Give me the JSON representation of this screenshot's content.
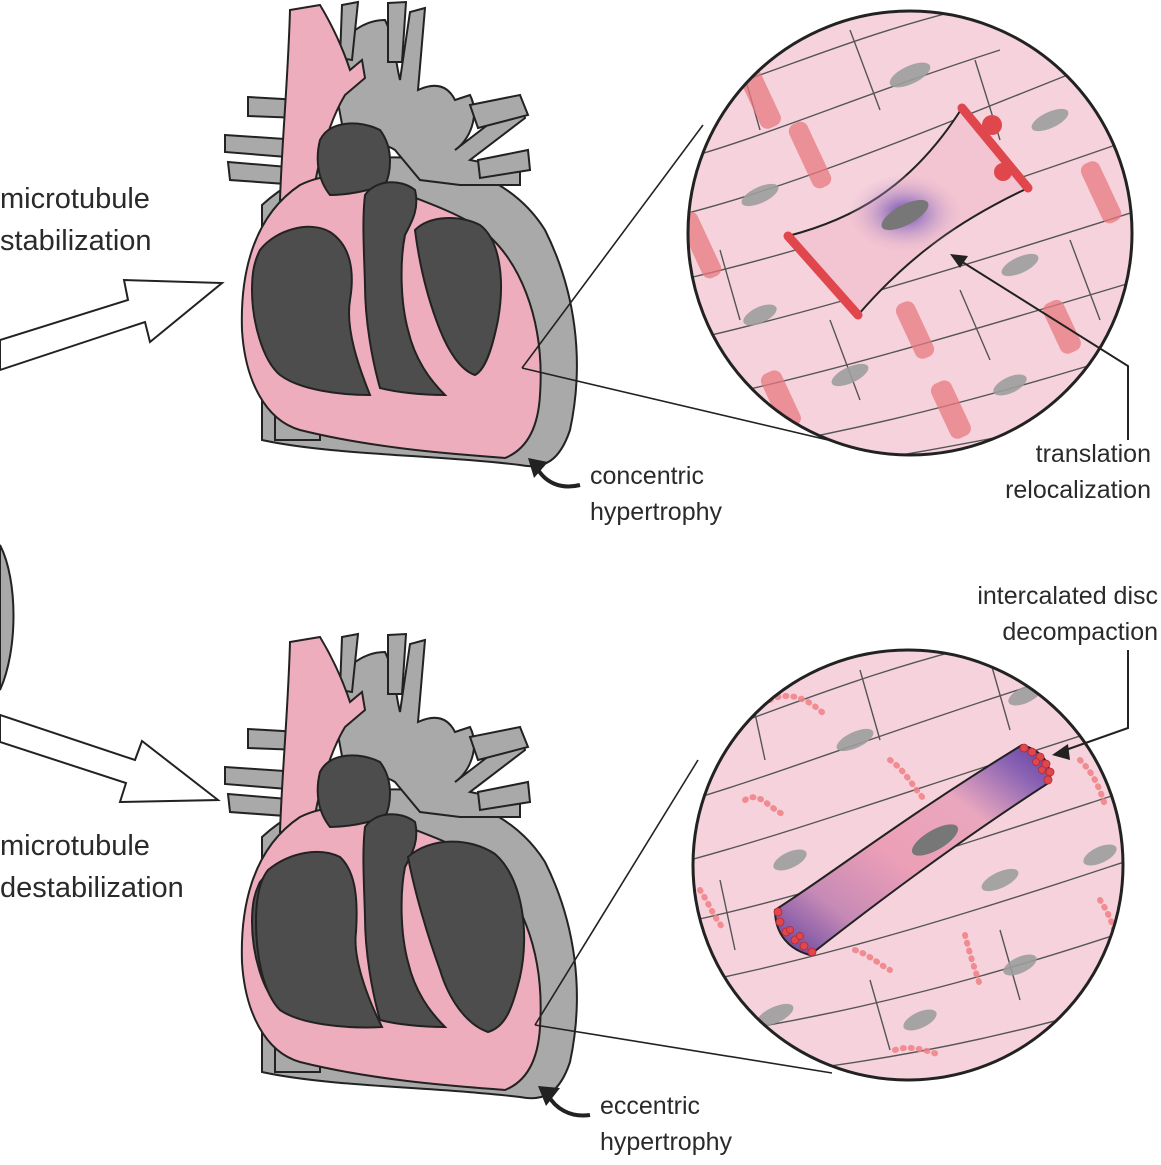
{
  "top_panel": {
    "stimulus_line1": "microtubule",
    "stimulus_line2": "stabilization",
    "heart_label_line1": "concentric",
    "heart_label_line2": "hypertrophy",
    "cell_label_line1": "translation",
    "cell_label_line2": "relocalization"
  },
  "bottom_panel": {
    "stimulus_line1": "microtubule",
    "stimulus_line2": "destabilization",
    "heart_label_line1": "eccentric",
    "heart_label_line2": "hypertrophy",
    "cell_label_line1": "intercalated disc",
    "cell_label_line2": "decompaction"
  },
  "colors": {
    "myocardium_pink": "#eeadbd",
    "chamber_dark": "#4d4d4d",
    "vessel_gray": "#a9a9a9",
    "tissue_pink": "#f6d3dc",
    "disc_red": "#e25a5a",
    "nucleus_purple": "#6b4ba8"
  }
}
